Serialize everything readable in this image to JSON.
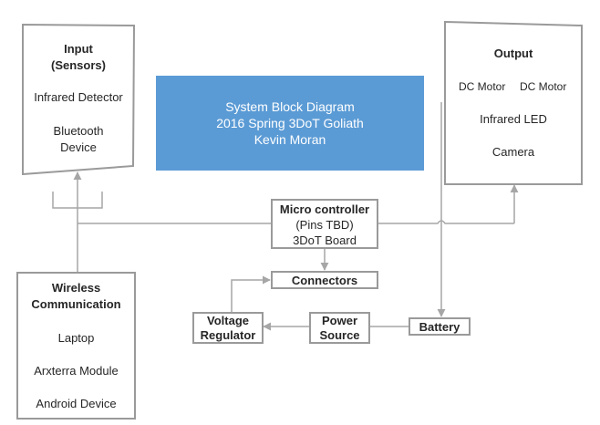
{
  "title_block": {
    "line1": "System Block Diagram",
    "line2": "2016 Spring 3DoT Goliath",
    "line3": "Kevin Moran",
    "color": "#5b9bd5"
  },
  "input": {
    "title": "Input",
    "subtitle": "(Sensors)",
    "items": [
      "Infrared Detector",
      "Bluetooth",
      "Device"
    ]
  },
  "output": {
    "title": "Output",
    "motor_left": "DC Motor",
    "motor_right": "DC Motor",
    "led": "Infrared LED",
    "camera": "Camera"
  },
  "micro": {
    "title": "Micro controller",
    "pins": "(Pins TBD)",
    "board": "3DoT Board"
  },
  "connectors": {
    "label": "Connectors"
  },
  "voltage": {
    "line1": "Voltage",
    "line2": "Regulator"
  },
  "power": {
    "line1": "Power",
    "line2": "Source"
  },
  "battery": {
    "label": "Battery"
  },
  "wireless": {
    "title1": "Wireless",
    "title2": "Communication",
    "items": [
      "Laptop",
      "Arxterra Module",
      "Android Device"
    ]
  },
  "colors": {
    "line": "#a6a6a6",
    "border": "#9a9a9a",
    "text": "#262626"
  }
}
